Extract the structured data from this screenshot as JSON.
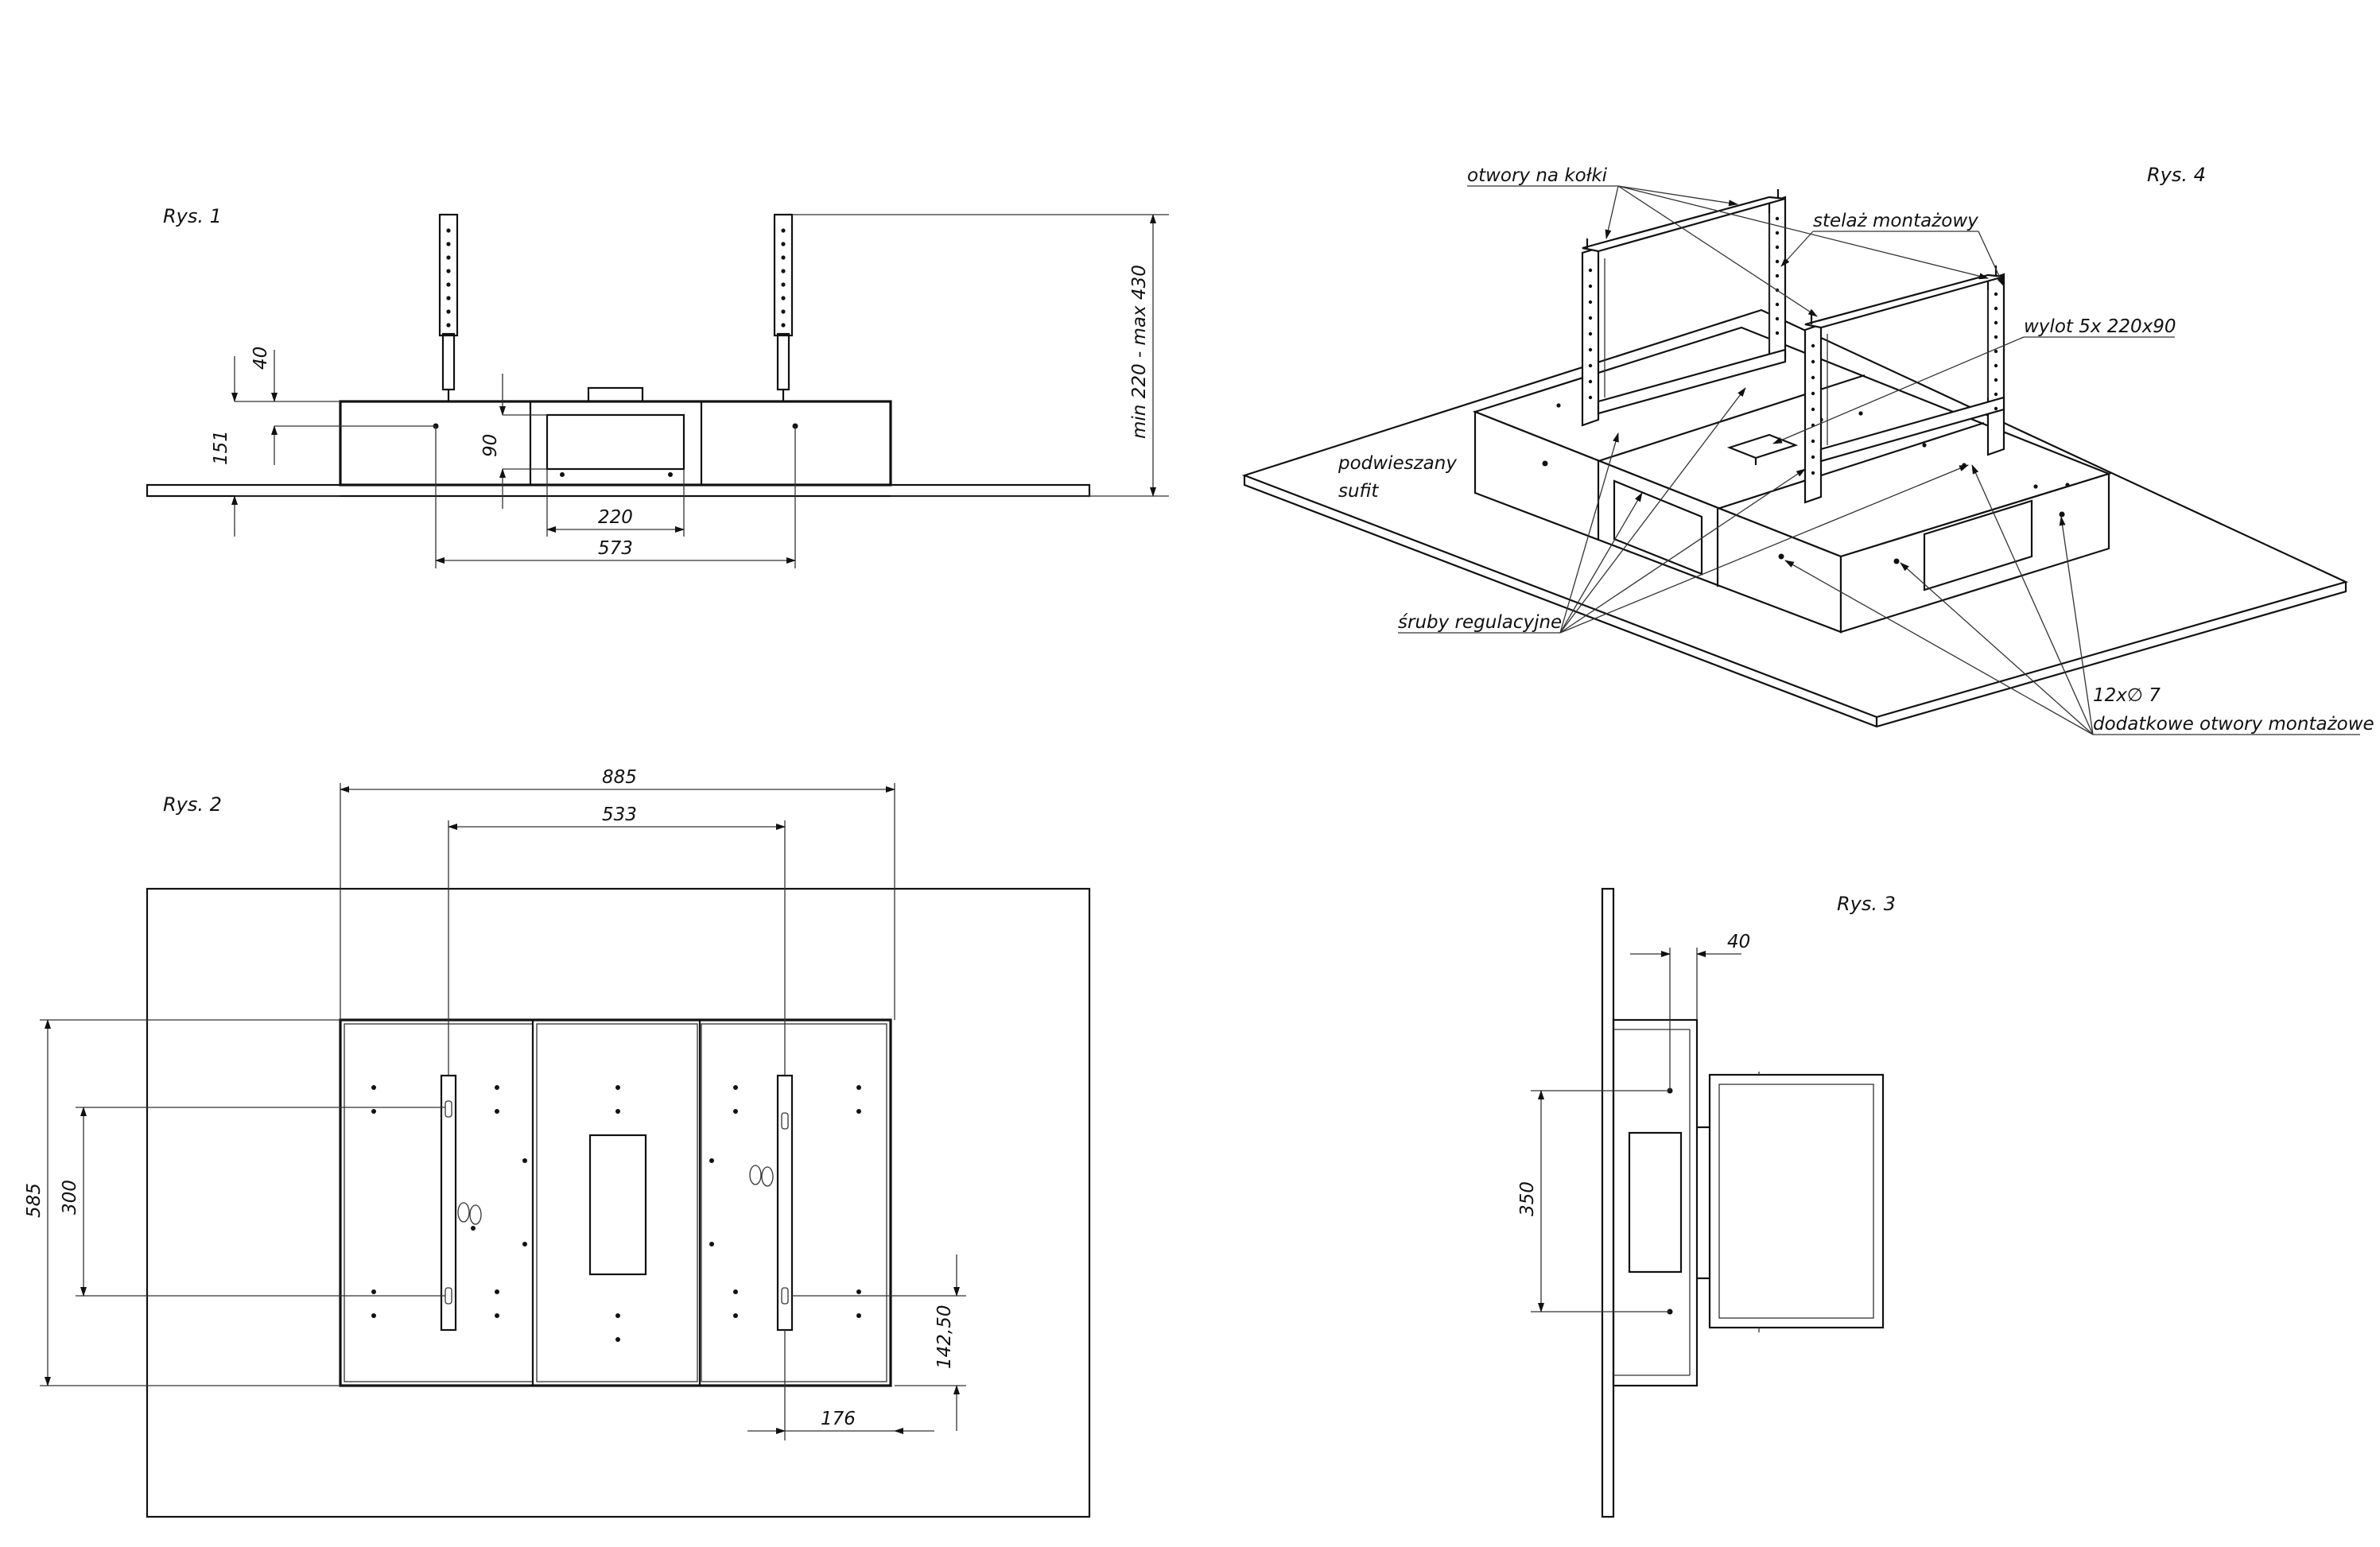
{
  "figures": {
    "rys1": {
      "title": "Rys. 1",
      "dims": {
        "d40": "40",
        "d151": "151",
        "d90": "90",
        "d220": "220",
        "d573": "573",
        "range": "min 220 - max 430"
      }
    },
    "rys2": {
      "title": "Rys. 2",
      "dims": {
        "d885": "885",
        "d533": "533",
        "d585": "585",
        "d300": "300",
        "d142": "142,50",
        "d176": "176"
      }
    },
    "rys3": {
      "title": "Rys. 3",
      "dims": {
        "d40": "40",
        "d350": "350"
      }
    },
    "rys4": {
      "title": "Rys. 4",
      "labels": {
        "otwory": "otwory na kołki",
        "stelaz": "stelaż montażowy",
        "wylot": "wylot 5x 220x90",
        "podwieszany": "podwieszany",
        "sufit": "sufit",
        "sruby": "śruby regulacyjne",
        "holes_count": "12x∅ 7",
        "dodatkowe": "dodatkowe otwory montażowe"
      }
    }
  }
}
